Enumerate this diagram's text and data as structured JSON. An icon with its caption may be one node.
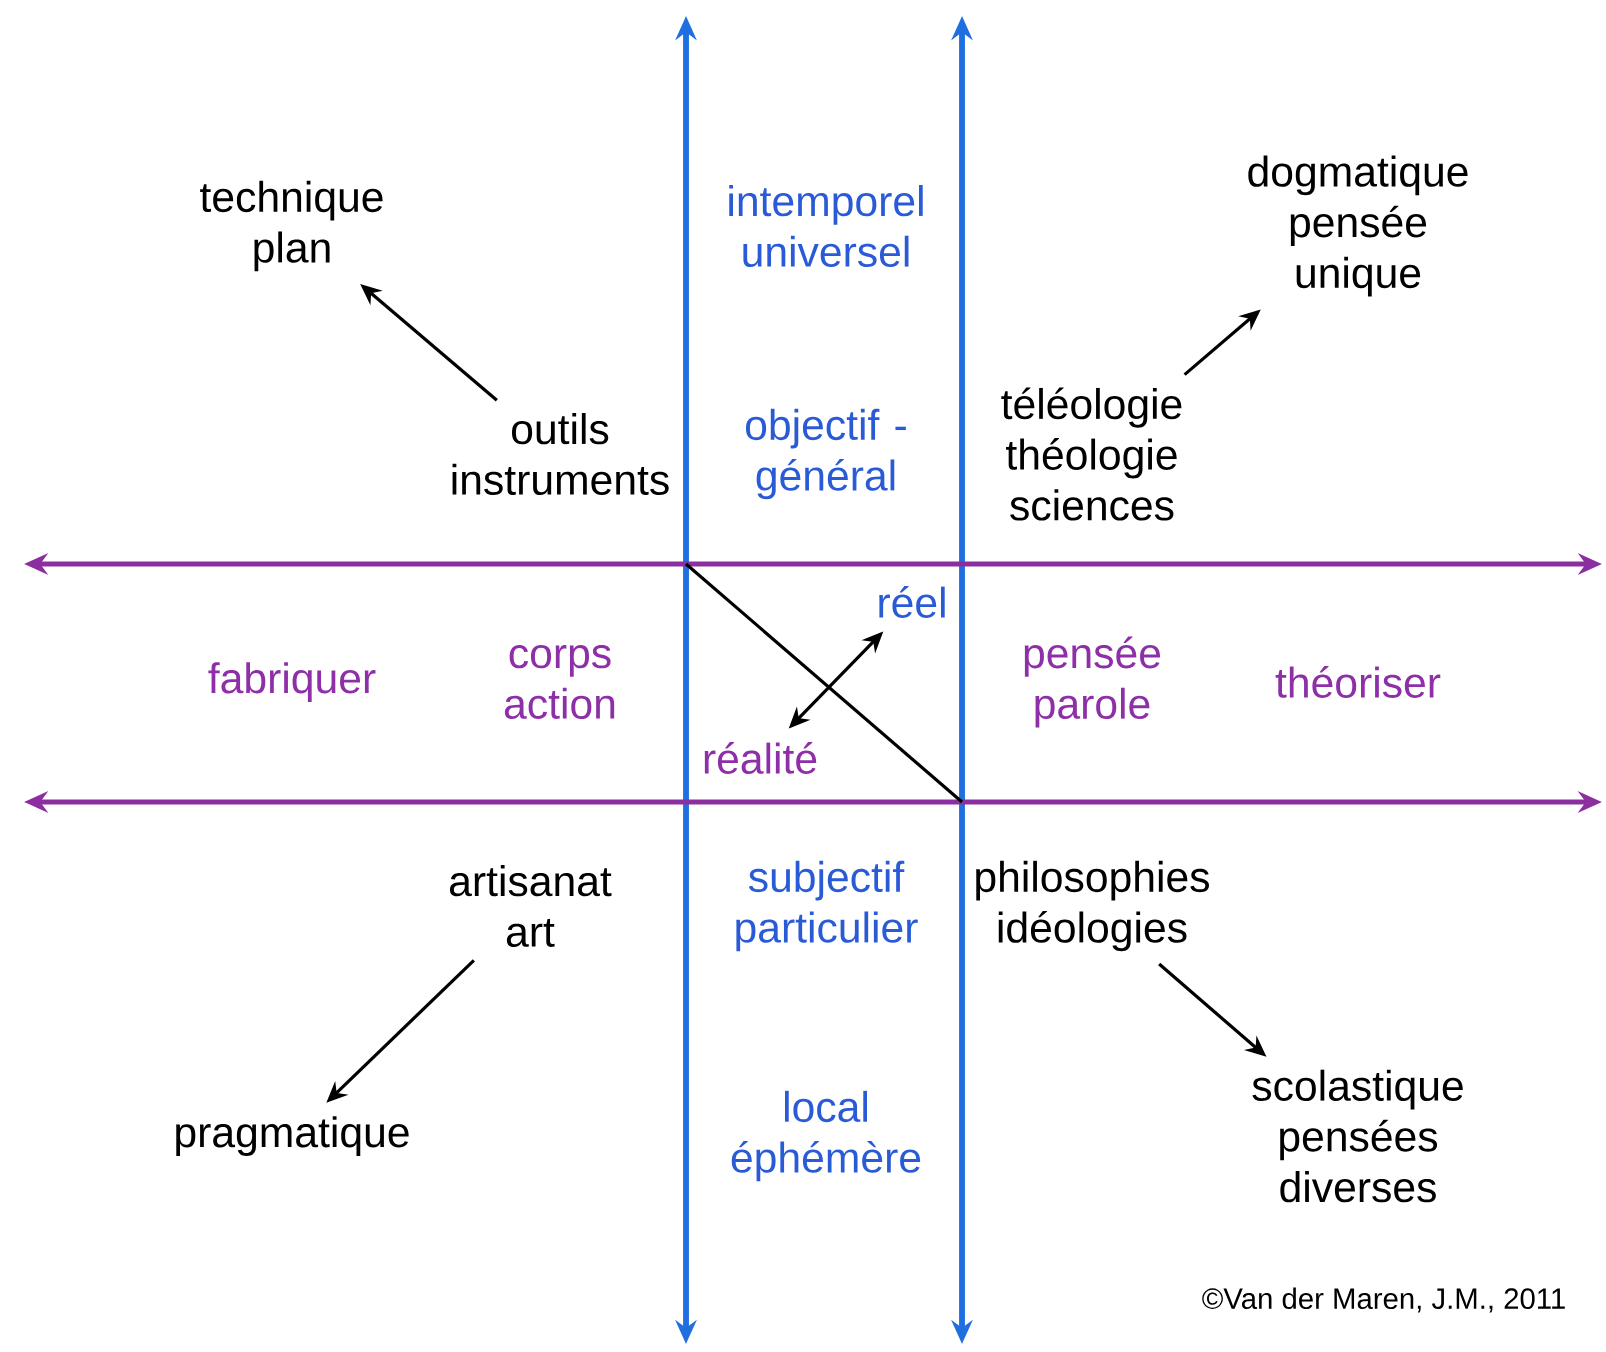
{
  "diagram": {
    "nodes": [
      {
        "text": [
          "technique plan"
        ]
      },
      {
        "text": [
          "outils instruments"
        ]
      },
      {
        "text": [
          "dogmatique pensée unique"
        ]
      },
      {
        "text": [
          "téléologie théologie sciences"
        ]
      },
      {
        "text": [
          "artisanat art"
        ]
      },
      {
        "text": [
          "pragmatique"
        ]
      },
      {
        "text": [
          "philosophies idéologies"
        ]
      },
      {
        "text": [
          "scolastique pensées diverses"
        ]
      },
      {
        "text": [
          "réel"
        ]
      },
      {
        "text": [
          "réalité"
        ]
      }
    ],
    "edges": [
      {
        "from": 1,
        "to": 0,
        "arrow": "to"
      },
      {
        "from": 3,
        "to": 2,
        "arrow": "to"
      },
      {
        "from": 4,
        "to": 5,
        "arrow": "to"
      },
      {
        "from": 6,
        "to": 7,
        "arrow": "to"
      },
      {
        "from": 8,
        "to": 9,
        "arrow": "both"
      }
    ],
    "labels": [
      "intemporel universel",
      "objectif - général",
      "fabriquer",
      "corps action",
      "pensée parole",
      "théoriser",
      "subjectif particulier",
      "local éphémère",
      "©Van der Maren, J.M., 2011"
    ]
  }
}
